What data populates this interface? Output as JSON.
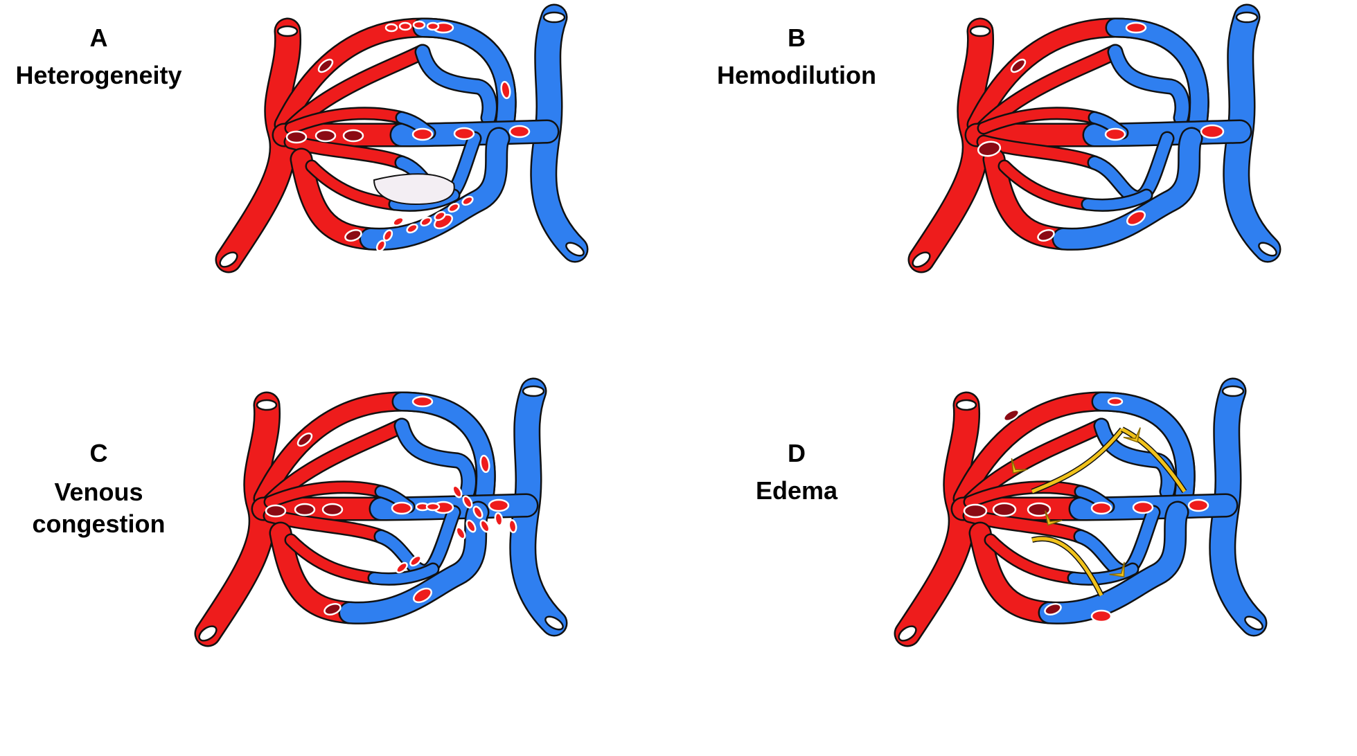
{
  "panels": [
    {
      "id": "A",
      "letter": "A",
      "title": "Heterogeneity"
    },
    {
      "id": "B",
      "letter": "B",
      "title": "Hemodilution"
    },
    {
      "id": "C",
      "letter": "C",
      "title": "Venous congestion"
    },
    {
      "id": "D",
      "letter": "D",
      "title": "Edema"
    }
  ],
  "colors": {
    "arterial": "#ee1c1c",
    "venous": "#2f7ff0",
    "rbc_arterial": "#8b0a14",
    "rbc_venous": "#ee1c1c",
    "interstitial_fluid": "#f3eef3",
    "lymphatic_edema": "#f1c21b",
    "outline": "#111111"
  },
  "icons": [
    "red-blood-cell-icon",
    "arrow-chevron-icon",
    "vessel-opening-icon"
  ]
}
